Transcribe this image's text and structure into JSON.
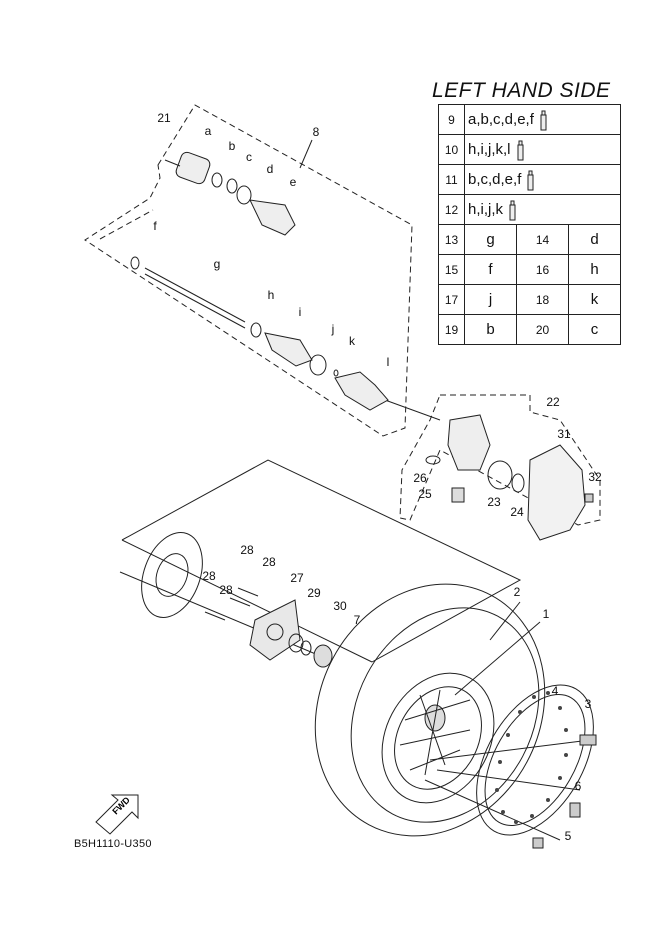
{
  "section_title": "LEFT HAND SIDE",
  "diagram_code": "B5H1110-U350",
  "fwd_label": "FWD",
  "legend": [
    {
      "num": "9",
      "parts": "a,b,c,d,e,f",
      "icon": "grease-tube-icon"
    },
    {
      "num": "10",
      "parts": "h,i,j,k,l",
      "icon": "grease-tube-icon"
    },
    {
      "num": "11",
      "parts": "b,c,d,e,f",
      "icon": "grease-tube-icon"
    },
    {
      "num": "12",
      "parts": "h,i,j,k",
      "icon": "grease-tube-icon"
    },
    {
      "num": "13",
      "parts": "g",
      "num2": "14",
      "parts2": "d"
    },
    {
      "num": "15",
      "parts": "f",
      "num2": "16",
      "parts2": "h"
    },
    {
      "num": "17",
      "parts": "j",
      "num2": "18",
      "parts2": "k"
    },
    {
      "num": "19",
      "parts": "b",
      "num2": "20",
      "parts2": "c"
    }
  ],
  "callouts": {
    "c1": "1",
    "c2": "2",
    "c3": "3",
    "c4": "4",
    "c5": "5",
    "c6": "6",
    "c7": "7",
    "c8": "8",
    "c21": "21",
    "c22": "22",
    "c23": "23",
    "c24": "24",
    "c25": "25",
    "c26": "26",
    "c27": "27",
    "c28a": "28",
    "c28b": "28",
    "c28c": "28",
    "c29": "29",
    "c30": "30",
    "c31": "31",
    "c32": "32",
    "ca": "a",
    "cb": "b",
    "cc": "c",
    "cd": "d",
    "ce": "e",
    "cf": "f",
    "cg": "g",
    "ch": "h",
    "ci": "i",
    "cj": "j",
    "ck": "k",
    "cl": "l"
  }
}
